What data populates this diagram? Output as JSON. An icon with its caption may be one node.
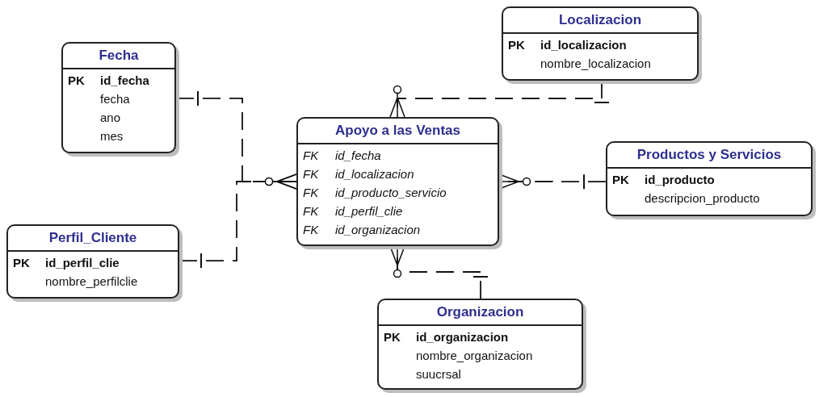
{
  "diagram": {
    "nodes": [
      {
        "text": [
          "Localizacion",
          "PK",
          "id_localizacion",
          "nombre_localizacion"
        ]
      },
      {
        "text": [
          "Fecha",
          "PK",
          "id_fecha",
          "fecha",
          "ano",
          "mes"
        ]
      },
      {
        "text": [
          "Apoyo a las Ventas",
          "FK",
          "id_fecha",
          "FK",
          "id_localizacion",
          "FK",
          "id_producto_servicio",
          "FK",
          "id_perfil_clie",
          "FK",
          "id_organizacion"
        ]
      },
      {
        "text": [
          "Productos y Servicios",
          "PK",
          "id_producto",
          "descripcion_producto"
        ]
      },
      {
        "text": [
          "Perfil_Cliente",
          "PK",
          "id_perfil_clie",
          "nombre_perfilclie"
        ]
      },
      {
        "text": [
          "Organizacion",
          "PK",
          "id_organizacion",
          "nombre_organizacion",
          "suucrsal"
        ]
      }
    ],
    "edges": [
      {
        "from": 1,
        "to": 2,
        "arrow": "other",
        "style": "dashed"
      },
      {
        "from": 4,
        "to": 2,
        "arrow": "other",
        "style": "dashed"
      },
      {
        "from": 0,
        "to": 2,
        "arrow": "other",
        "style": "dashed"
      },
      {
        "from": 3,
        "to": 2,
        "arrow": "other",
        "style": "dashed"
      },
      {
        "from": 5,
        "to": 2,
        "arrow": "other",
        "style": "dashed"
      }
    ]
  }
}
